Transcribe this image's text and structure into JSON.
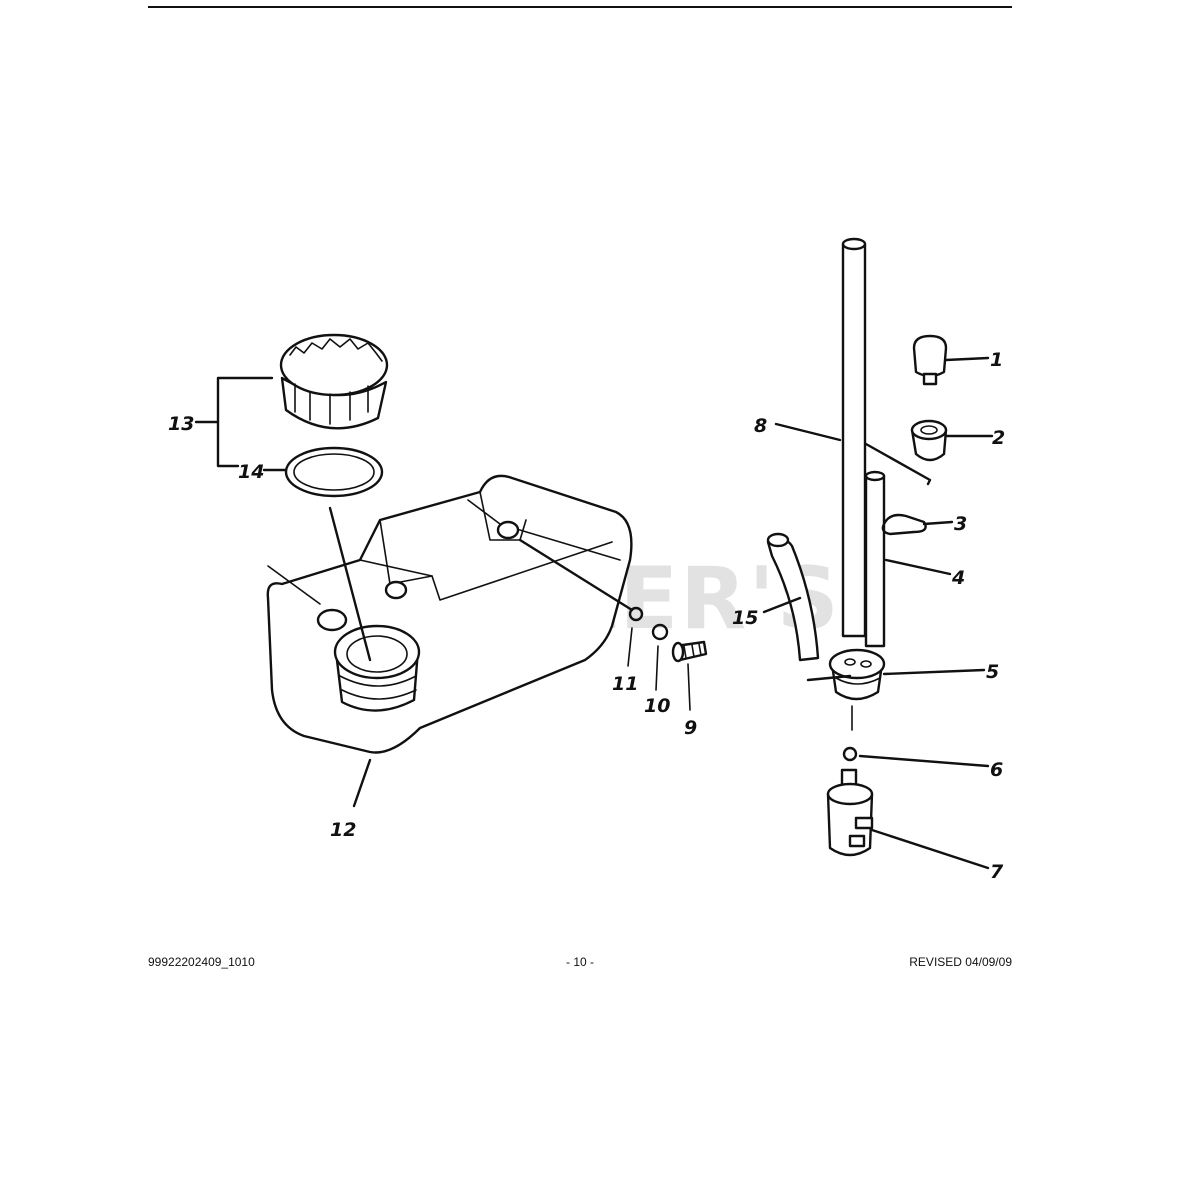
{
  "page": {
    "doc_number": "99922202409_1010",
    "page_number": "- 10 -",
    "revision": "REVISED 04/09/09",
    "watermark": "CUTLER'S"
  },
  "callouts": [
    "1",
    "2",
    "3",
    "4",
    "5",
    "6",
    "7",
    "8",
    "9",
    "10",
    "11",
    "12",
    "13",
    "14",
    "15"
  ],
  "colors": {
    "ink": "#111111",
    "watermark": "#e2e2e2",
    "paper": "#ffffff"
  }
}
